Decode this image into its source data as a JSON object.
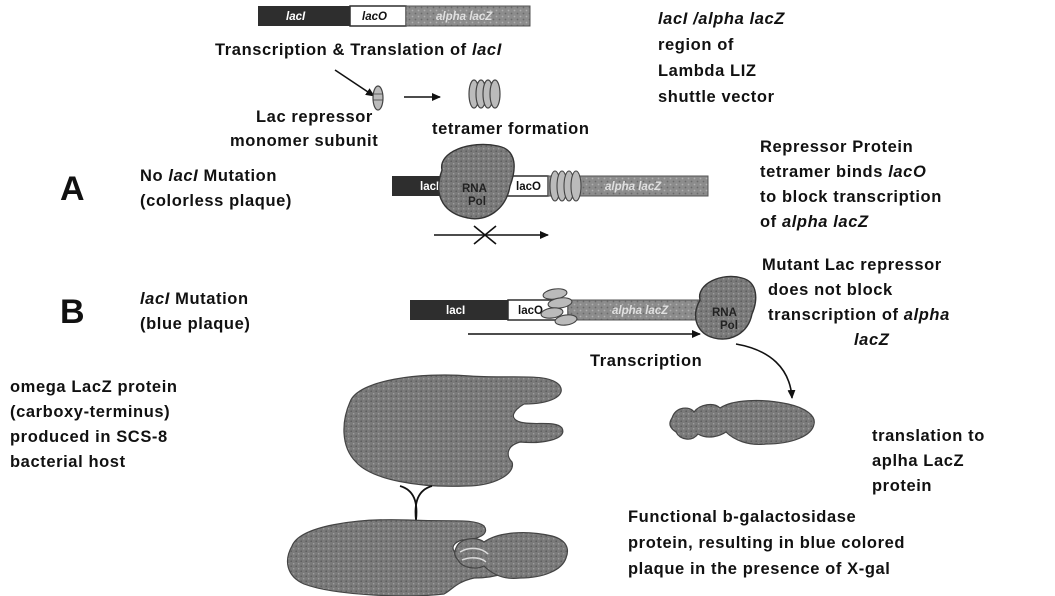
{
  "colors": {
    "dark": "#2e2e2e",
    "mid": "#8a8a8a",
    "protein": "#777777",
    "white": "#ffffff"
  },
  "top_bar": {
    "laci": "lacI",
    "laco": "lacO",
    "alpha": "alpha lacZ"
  },
  "transcription_title": [
    "Transcription & Translation of ",
    "lacI"
  ],
  "vector_note": [
    [
      "lacI /alpha lacZ"
    ],
    [
      "region of"
    ],
    [
      "Lambda LIZ"
    ],
    [
      "shuttle vector"
    ]
  ],
  "monomer_label": [
    "Lac repressor",
    "monomer subunit"
  ],
  "tetramer_label": "tetramer formation",
  "section_a": {
    "letter": "A",
    "line1": [
      "No ",
      "lacI",
      " Mutation"
    ],
    "line2": "(colorless plaque)",
    "bar": {
      "laci": "lacI",
      "laco": "lacO",
      "alpha": "alpha lacZ"
    },
    "pol": [
      "RNA",
      "Pol"
    ],
    "note": [
      [
        "Repressor Protein"
      ],
      [
        "tetramer binds ",
        "lacO"
      ],
      [
        "to block transcription"
      ],
      [
        "of ",
        "alpha lacZ"
      ]
    ]
  },
  "section_b": {
    "letter": "B",
    "line1": [
      "lacI",
      " Mutation"
    ],
    "line2": "(blue plaque)",
    "bar": {
      "laci": "lacI",
      "laco": "lacO",
      "alpha": "alpha lacZ"
    },
    "pol": [
      "RNA",
      "Pol"
    ],
    "note": [
      [
        "Mutant Lac repressor"
      ],
      [
        "does not block"
      ],
      [
        "transcription of ",
        "alpha"
      ],
      [
        "lacZ"
      ]
    ],
    "transcription_label": "Transcription"
  },
  "omega_note": [
    "omega LacZ protein",
    "(carboxy-terminus)",
    "produced in SCS-8",
    "bacterial host"
  ],
  "translation_note": [
    "translation to",
    "aplha LacZ",
    "protein"
  ],
  "functional_note": [
    "Functional b-galactosidase",
    "protein, resulting in blue colored",
    "plaque in the presence of X-gal"
  ]
}
